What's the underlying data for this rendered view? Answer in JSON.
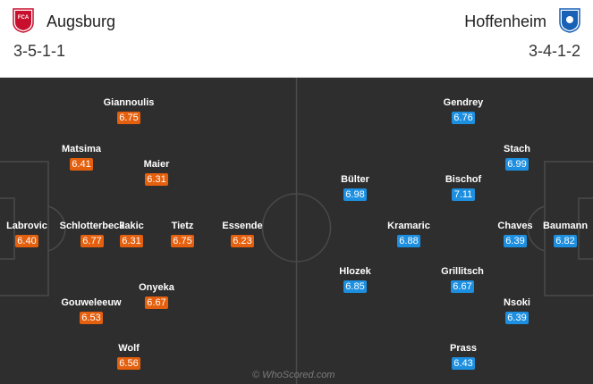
{
  "home": {
    "team": "Augsburg",
    "formation": "3-5-1-1",
    "crest_color": "#c8102e",
    "players": [
      {
        "name": "Labrovic",
        "rating": "6.40"
      },
      {
        "name": "Gouweleeuw",
        "rating": "6.53"
      },
      {
        "name": "Schlotterbeck",
        "rating": "6.77"
      },
      {
        "name": "Matsima",
        "rating": "6.41"
      },
      {
        "name": "Wolf",
        "rating": "6.56"
      },
      {
        "name": "Onyeka",
        "rating": "6.67"
      },
      {
        "name": "Jakic",
        "rating": "6.31"
      },
      {
        "name": "Maier",
        "rating": "6.31"
      },
      {
        "name": "Giannoulis",
        "rating": "6.75"
      },
      {
        "name": "Tietz",
        "rating": "6.75"
      },
      {
        "name": "Essende",
        "rating": "6.23"
      }
    ]
  },
  "away": {
    "team": "Hoffenheim",
    "formation": "3-4-1-2",
    "crest_color": "#1961b5",
    "players": [
      {
        "name": "Baumann",
        "rating": "6.82"
      },
      {
        "name": "Nsoki",
        "rating": "6.39"
      },
      {
        "name": "Chaves",
        "rating": "6.39"
      },
      {
        "name": "Stach",
        "rating": "6.99"
      },
      {
        "name": "Prass",
        "rating": "6.43"
      },
      {
        "name": "Grillitsch",
        "rating": "6.67"
      },
      {
        "name": "Bischof",
        "rating": "7.11"
      },
      {
        "name": "Gendrey",
        "rating": "6.76"
      },
      {
        "name": "Kramaric",
        "rating": "6.88"
      },
      {
        "name": "Hlozek",
        "rating": "6.85"
      },
      {
        "name": "Bülter",
        "rating": "6.98"
      }
    ]
  },
  "watermark": "© WhoScored.com",
  "colors": {
    "home_rating": "#e4600e",
    "away_rating": "#1d8fe0",
    "pitch": "#2e2e2e"
  }
}
